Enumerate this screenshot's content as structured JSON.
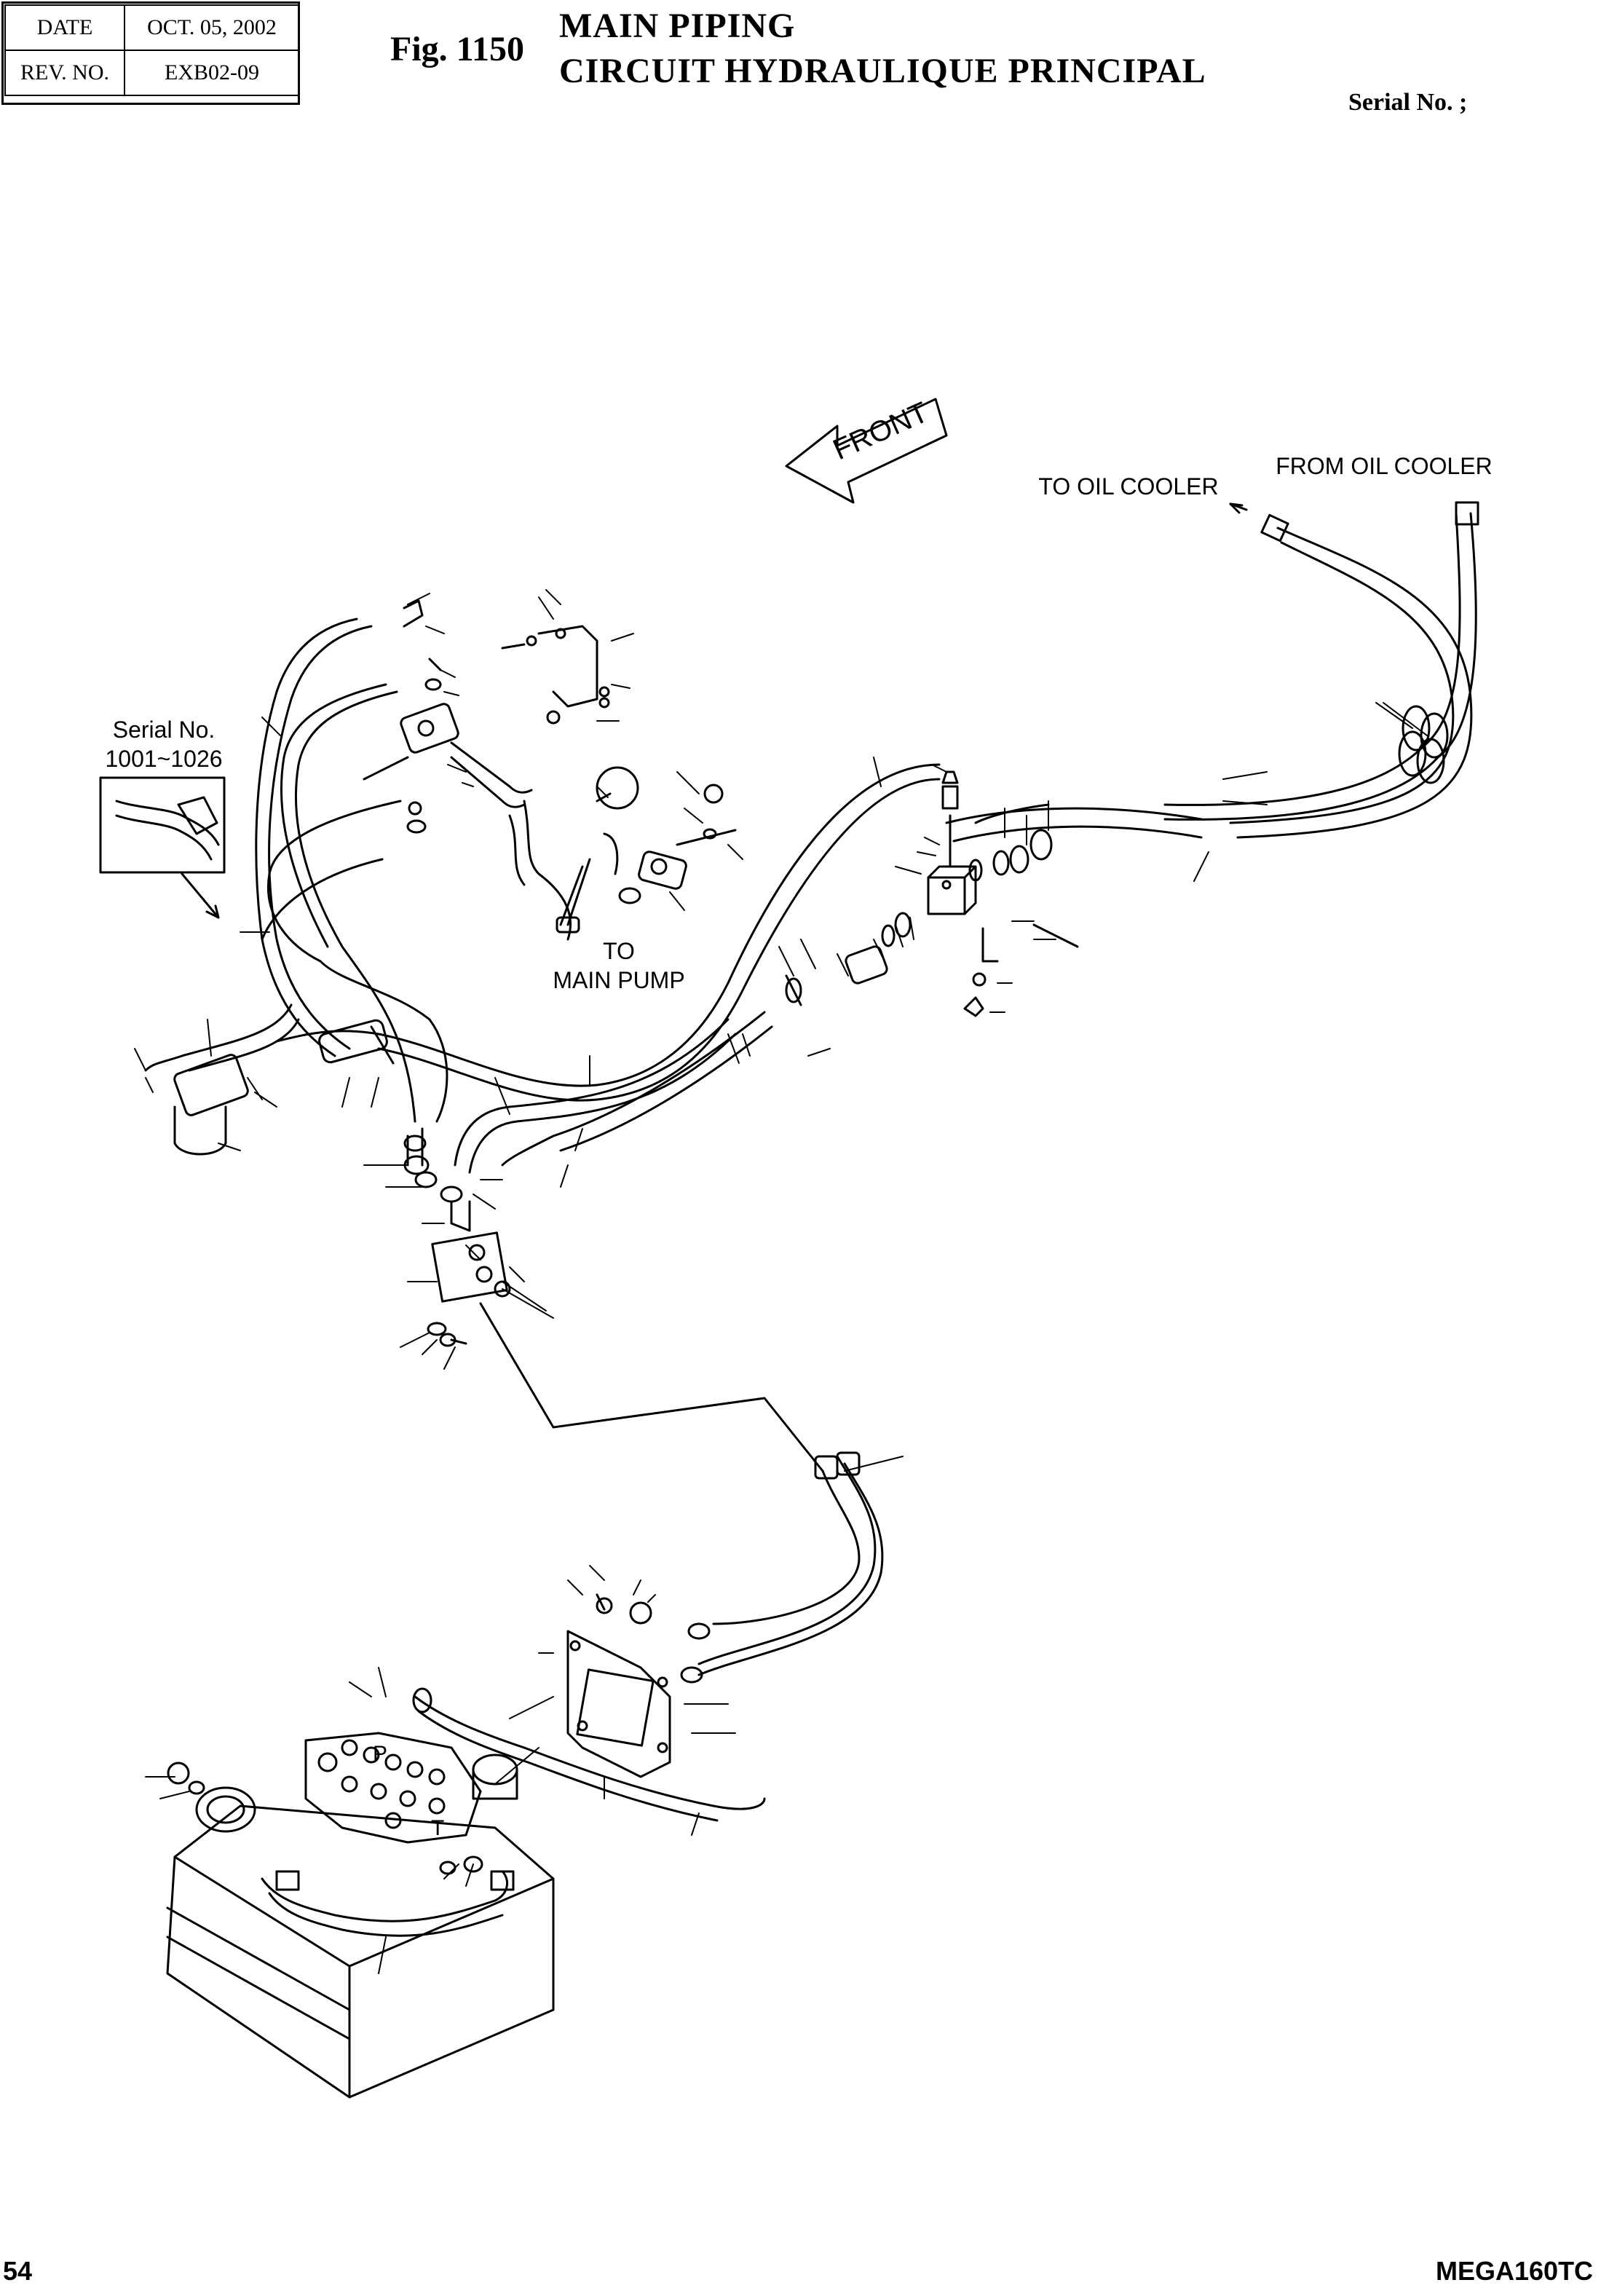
{
  "header": {
    "date_label": "DATE",
    "date_value": "OCT. 05, 2002",
    "rev_label": "REV. NO.",
    "rev_value": "EXB02-09"
  },
  "figure_number": "Fig. 1150",
  "title_en": "MAIN PIPING",
  "title_fr": "CIRCUIT HYDRAULIQUE PRINCIPAL",
  "serial_label": "Serial No. ;",
  "labels": {
    "front": "FRONT",
    "to_oil_cooler": "TO OIL COOLER",
    "from_oil_cooler": "FROM OIL COOLER",
    "serial_range_line1": "Serial No.",
    "serial_range_line2": "1001~1026",
    "to_main_pump_line1": "TO",
    "to_main_pump_line2": "MAIN PUMP",
    "port_p": "P",
    "port_t": "T"
  },
  "footer": {
    "page_number": "54",
    "model": "MEGA160TC"
  }
}
